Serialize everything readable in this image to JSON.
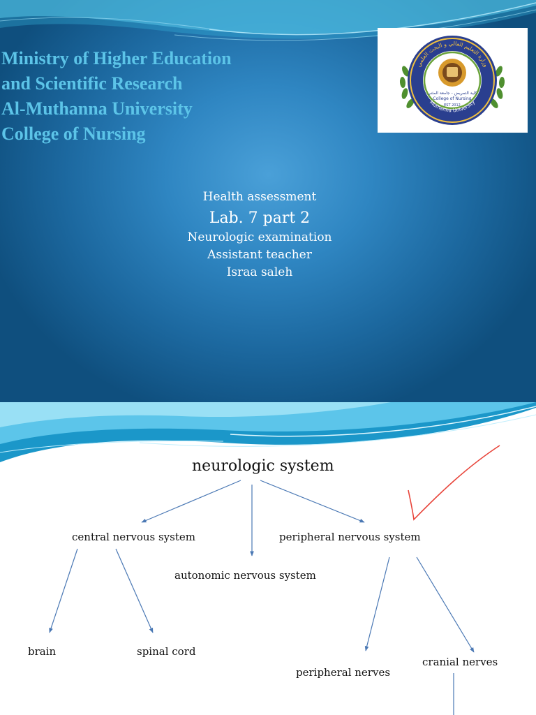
{
  "slide1": {
    "title_lines": [
      "Ministry of Higher Education",
      "and Scientific Research",
      "Al-Muthanna University",
      "College of Nursing"
    ],
    "logo": {
      "arabic_text": "وزارة التعليم العالي و البحث العلمي",
      "college_arabic": "كلية التمريض - جامعة المثنى",
      "college_english": "College of Nursing",
      "established": "EST 2012",
      "university": "Muthanna University"
    },
    "subtitle": {
      "course": "Health assessment",
      "lab": "Lab. 7 part 2",
      "topic": "Neurologic examination",
      "role": "Assistant teacher",
      "name": "Israa saleh"
    },
    "colors": {
      "title": "#5cc4e8",
      "background": "#2f86c2",
      "subtitle": "#ffffff"
    }
  },
  "slide2": {
    "root": "neurologic system",
    "branches": {
      "central": "central nervous system",
      "peripheral": "peripheral nervous system",
      "autonomic": "autonomic nervous system"
    },
    "leaves": {
      "brain": "brain",
      "spinal_cord": "spinal cord",
      "peripheral_nerves": "peripheral nerves",
      "cranial_nerves": "cranial nerves"
    },
    "colors": {
      "arrow": "#4a78b4",
      "check_mark": "#e8443a"
    }
  }
}
